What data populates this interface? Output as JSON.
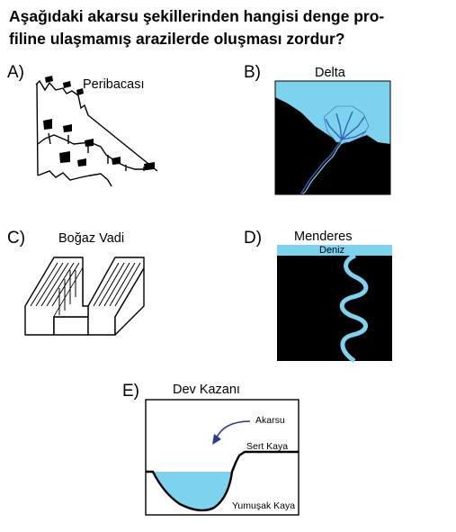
{
  "question": "Aşağıdaki akarsu şekillerinden hangisi denge profiline ulaşmamış arazilerde oluşması zordur?",
  "question_line1": "Aşağıdaki akarsu şekillerinden hangisi denge pro-",
  "question_line2": "filine ulaşmamış arazilerde oluşması zordur?",
  "options": [
    {
      "letter": "A)",
      "title": "Peribacası",
      "icon": "fairy-chimneys-illustration"
    },
    {
      "letter": "B)",
      "title": "Delta",
      "icon": "delta-illustration"
    },
    {
      "letter": "C)",
      "title": "Boğaz Vadi",
      "icon": "gorge-valley-illustration"
    },
    {
      "letter": "D)",
      "title": "Menderes",
      "sublabel": "Deniz",
      "icon": "meander-illustration"
    },
    {
      "letter": "E)",
      "title": "Dev Kazanı",
      "labels": [
        "Akarsu",
        "Sert Kaya",
        "Yumuşak Kaya"
      ],
      "icon": "pothole-illustration"
    }
  ],
  "colors": {
    "water": "#7dd3ee",
    "ground": "#000000",
    "river_line": "#3a5fb5",
    "arrow": "#2b3a8c"
  }
}
